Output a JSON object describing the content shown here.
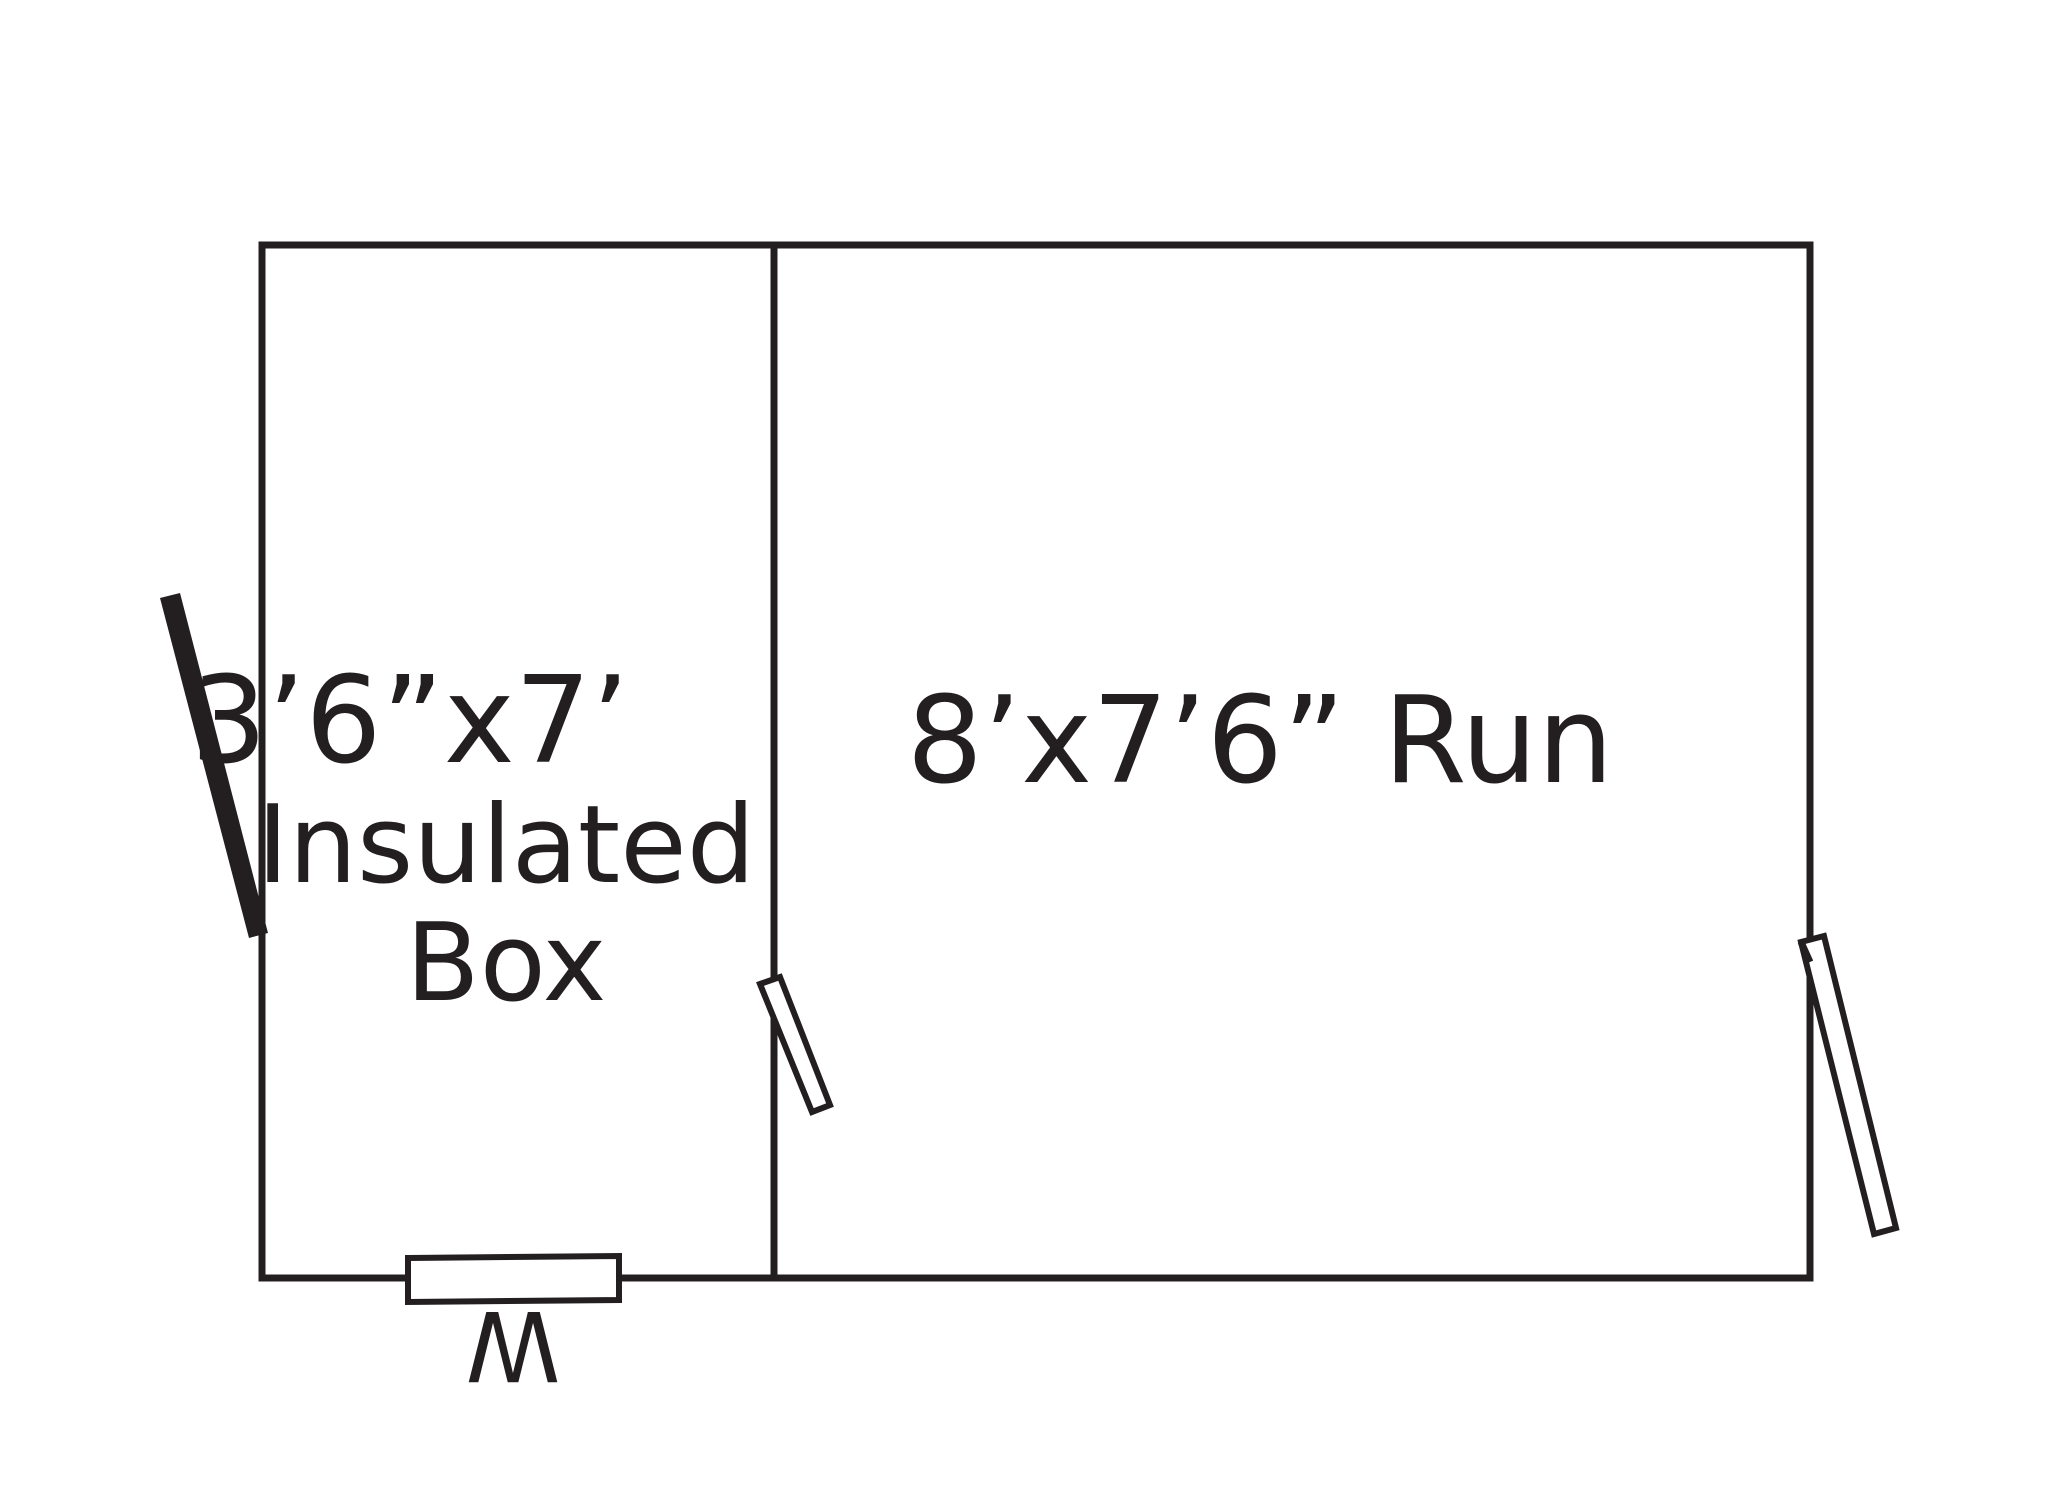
{
  "colors": {
    "line": "#231f20",
    "background": "#ffffff"
  },
  "rooms": {
    "box": {
      "dimensions": "3’6”x7’",
      "name_line1": "Insulated",
      "name_line2": "Box"
    },
    "run": {
      "label": "8’x7’6” Run"
    }
  },
  "marker": {
    "window_label": "W"
  }
}
